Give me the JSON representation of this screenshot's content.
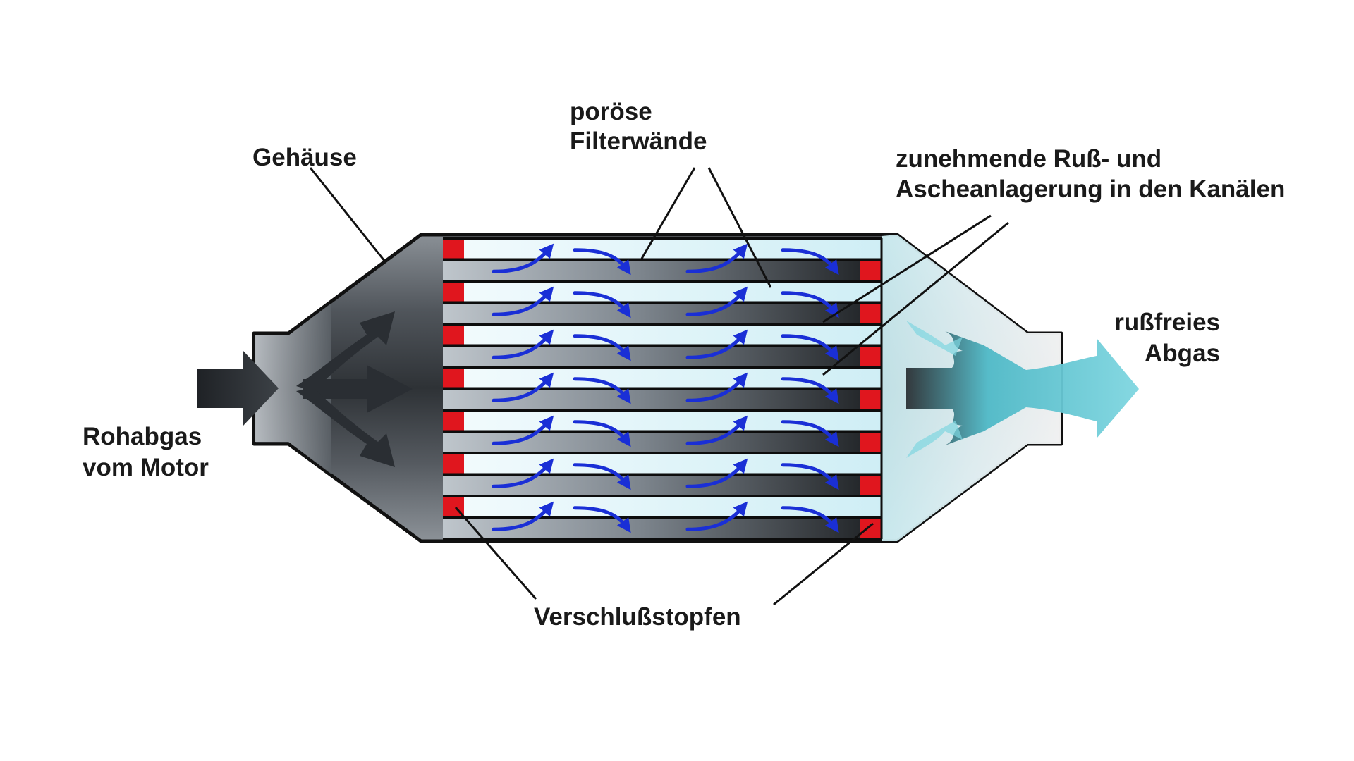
{
  "labels": {
    "housing": "Gehäuse",
    "porous_walls_1": "poröse",
    "porous_walls_2": "Filterwände",
    "soot_1": "zunehmende Ruß- und",
    "soot_2": "Ascheanlagerung in den Kanälen",
    "raw_gas_1": "Rohabgas",
    "raw_gas_2": "vom Motor",
    "clean_gas_1": "rußfreies",
    "clean_gas_2": "Abgas",
    "plugs": "Verschlußstopfen"
  },
  "colors": {
    "plug": "#e0161e",
    "flow_arrow": "#1a2fd6",
    "clean_flow": "#5fc9d6",
    "channel_light": "#dff4f8",
    "wall": "#0d0d0d"
  }
}
